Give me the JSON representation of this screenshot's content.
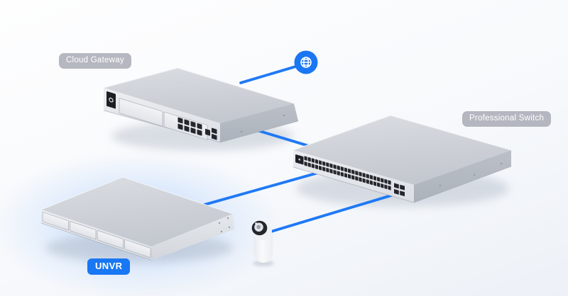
{
  "diagram": {
    "type": "network-topology",
    "nodes": {
      "internet": {
        "icon": "globe-icon"
      },
      "cloud_gateway": {
        "label": "Cloud Gateway",
        "label_style": "gray"
      },
      "professional_switch": {
        "label": "Professional Switch",
        "label_style": "gray"
      },
      "unvr": {
        "label": "UNVR",
        "label_style": "blue",
        "highlighted": true
      },
      "camera": {
        "kind": "security-camera"
      }
    },
    "connections": [
      {
        "from": "internet",
        "to": "cloud_gateway"
      },
      {
        "from": "cloud_gateway",
        "to": "professional_switch"
      },
      {
        "from": "professional_switch",
        "to": "unvr"
      },
      {
        "from": "camera",
        "to": "professional_switch"
      }
    ],
    "colors": {
      "accent_blue": "#1b77f3",
      "label_gray": "#a8acb5",
      "label_text": "#ffffff",
      "device_gray": "#ccd0d6",
      "glow_blue": "#8cb9fa"
    }
  }
}
